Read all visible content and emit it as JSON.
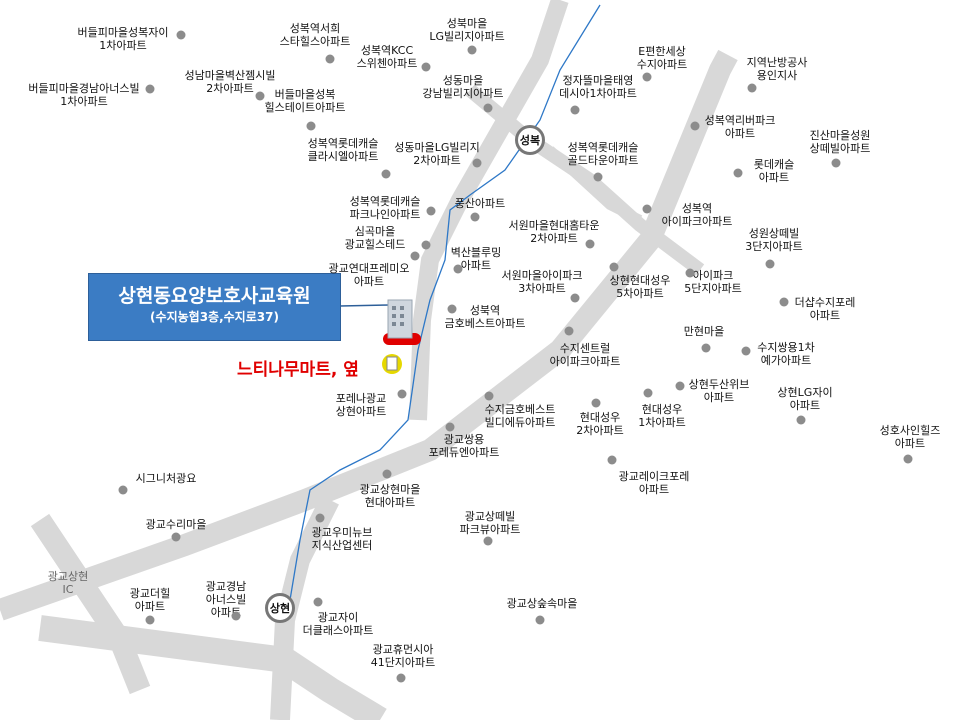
{
  "callout": {
    "title": "상현동요양보호사교육원",
    "subtitle": "(수지농협3층,수지로37)"
  },
  "landmark": {
    "label": "느티나무마트, 옆",
    "color": "#e00000"
  },
  "stations": [
    {
      "id": "seongbok",
      "label": "성복"
    },
    {
      "id": "sanghyeon",
      "label": "상현"
    }
  ],
  "ic_label": "광교상현\nIC",
  "places": [
    "버들피마을성복자이\n1차아파트",
    "버들피마을경남아너스빌\n1차아파트",
    "성복역서희\n스타힐스아파트",
    "성복역KCC\n스위첸아파트",
    "성남마을벽산젬시빌\n2차아파트",
    "버들마을성복\n힐스테이트아파트",
    "성북마을\nLG빌리지아파트",
    "성동마을\n강남빌리지아파트",
    "E편한세상\n수지아파트",
    "정자뜰마을태영\n데시아1차아파트",
    "지역난방공사\n용인지사",
    "성복역롯데캐슬\n클라시엘아파트",
    "성동마을LG빌리지\n2차아파트",
    "성복역롯데캐슬\n골드타운아파트",
    "성복역리버파크\n아파트",
    "진산마을성원\n상떼빌아파트",
    "롯데캐슬\n아파트",
    "성복역롯데캐슬\n파크나인아파트",
    "풍산아파트",
    "성복역\n아이파크아파트",
    "심곡마을\n광교힐스테드",
    "서원마을현대홈타운\n2차아파트",
    "성원상떼빌\n3단지아파트",
    "벽산블루밍\n아파트",
    "광교연대프레미오\n아파트",
    "서원마을아이파크\n3차아파트",
    "상현현대성우\n5차아파트",
    "아이파크\n5단지아파트",
    "더샵수지포레\n아파트",
    "성북역\n금호베스트아파트",
    "수지센트럴\n아이파크아파트",
    "만현마을",
    "수지쌍용1차\n예가아파트",
    "상현두산위브\n아파트",
    "상현LG자이\n아파트",
    "포레나광교\n상현아파트",
    "수지금호베스트\n빌디에듀아파트",
    "현대성우\n2차아파트",
    "현대성우\n1차아파트",
    "성호사인힐즈\n아파트",
    "광교쌍용\n포레듀엔아파트",
    "광교레이크포레\n아파트",
    "시그니처광요",
    "광교상현마을\n현대아파트",
    "광교수리마을",
    "광교우미뉴브\n지식산업센터",
    "광교상떼빌\n파크뷰아파트",
    "광교더힐\n아파트",
    "광교경남\n아너스빌\n아파트",
    "광교자이\n더클래스아파트",
    "광교상숲속마을",
    "광교휴먼시아\n41단지아파트"
  ],
  "colors": {
    "road": "#d7d7d7",
    "river": "#2e78c7",
    "dot": "#8c8c8c",
    "callout": "#3b7cc4"
  }
}
